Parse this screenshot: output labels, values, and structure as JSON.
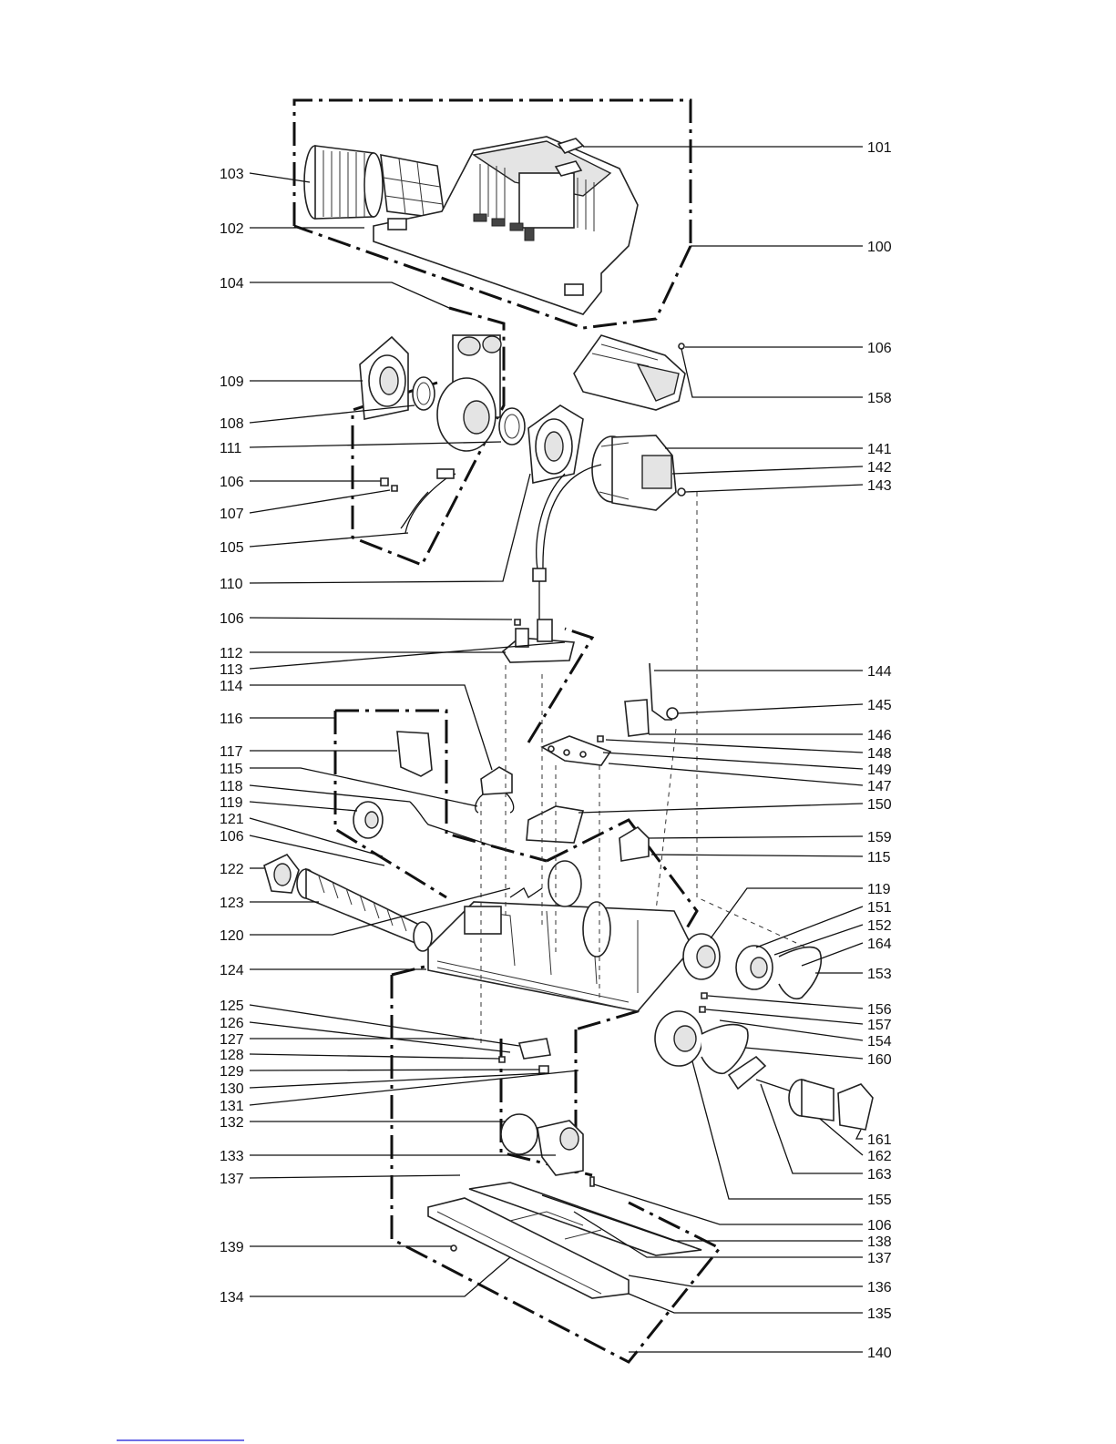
{
  "diagram": {
    "type": "exploded-parts-view",
    "part_labels": [
      "100",
      "101",
      "102",
      "103",
      "104",
      "105",
      "106",
      "107",
      "108",
      "109",
      "110",
      "111",
      "112",
      "113",
      "114",
      "115",
      "116",
      "117",
      "118",
      "119",
      "120",
      "121",
      "122",
      "123",
      "124",
      "125",
      "126",
      "127",
      "128",
      "129",
      "130",
      "131",
      "132",
      "133",
      "134",
      "135",
      "136",
      "137",
      "138",
      "139",
      "140",
      "141",
      "142",
      "143",
      "144",
      "145",
      "146",
      "147",
      "148",
      "149",
      "150",
      "151",
      "152",
      "153",
      "154",
      "155",
      "156",
      "157",
      "158",
      "159",
      "160",
      "161",
      "162",
      "163",
      "164"
    ],
    "callouts_left": [
      "103",
      "102",
      "104",
      "109",
      "108",
      "111",
      "106",
      "107",
      "105",
      "110",
      "106",
      "112",
      "113",
      "114",
      "116",
      "117",
      "115",
      "118",
      "119",
      "121",
      "106",
      "122",
      "123",
      "120",
      "124",
      "125",
      "126",
      "127",
      "128",
      "129",
      "130",
      "131",
      "132",
      "133",
      "137",
      "139",
      "134"
    ],
    "callouts_right": [
      "101",
      "100",
      "106",
      "158",
      "141",
      "142",
      "143",
      "144",
      "145",
      "146",
      "148",
      "149",
      "147",
      "150",
      "159",
      "115",
      "119",
      "151",
      "152",
      "164",
      "153",
      "156",
      "157",
      "154",
      "160",
      "161",
      "162",
      "163",
      "155",
      "106",
      "138",
      "137",
      "136",
      "135",
      "140"
    ]
  }
}
